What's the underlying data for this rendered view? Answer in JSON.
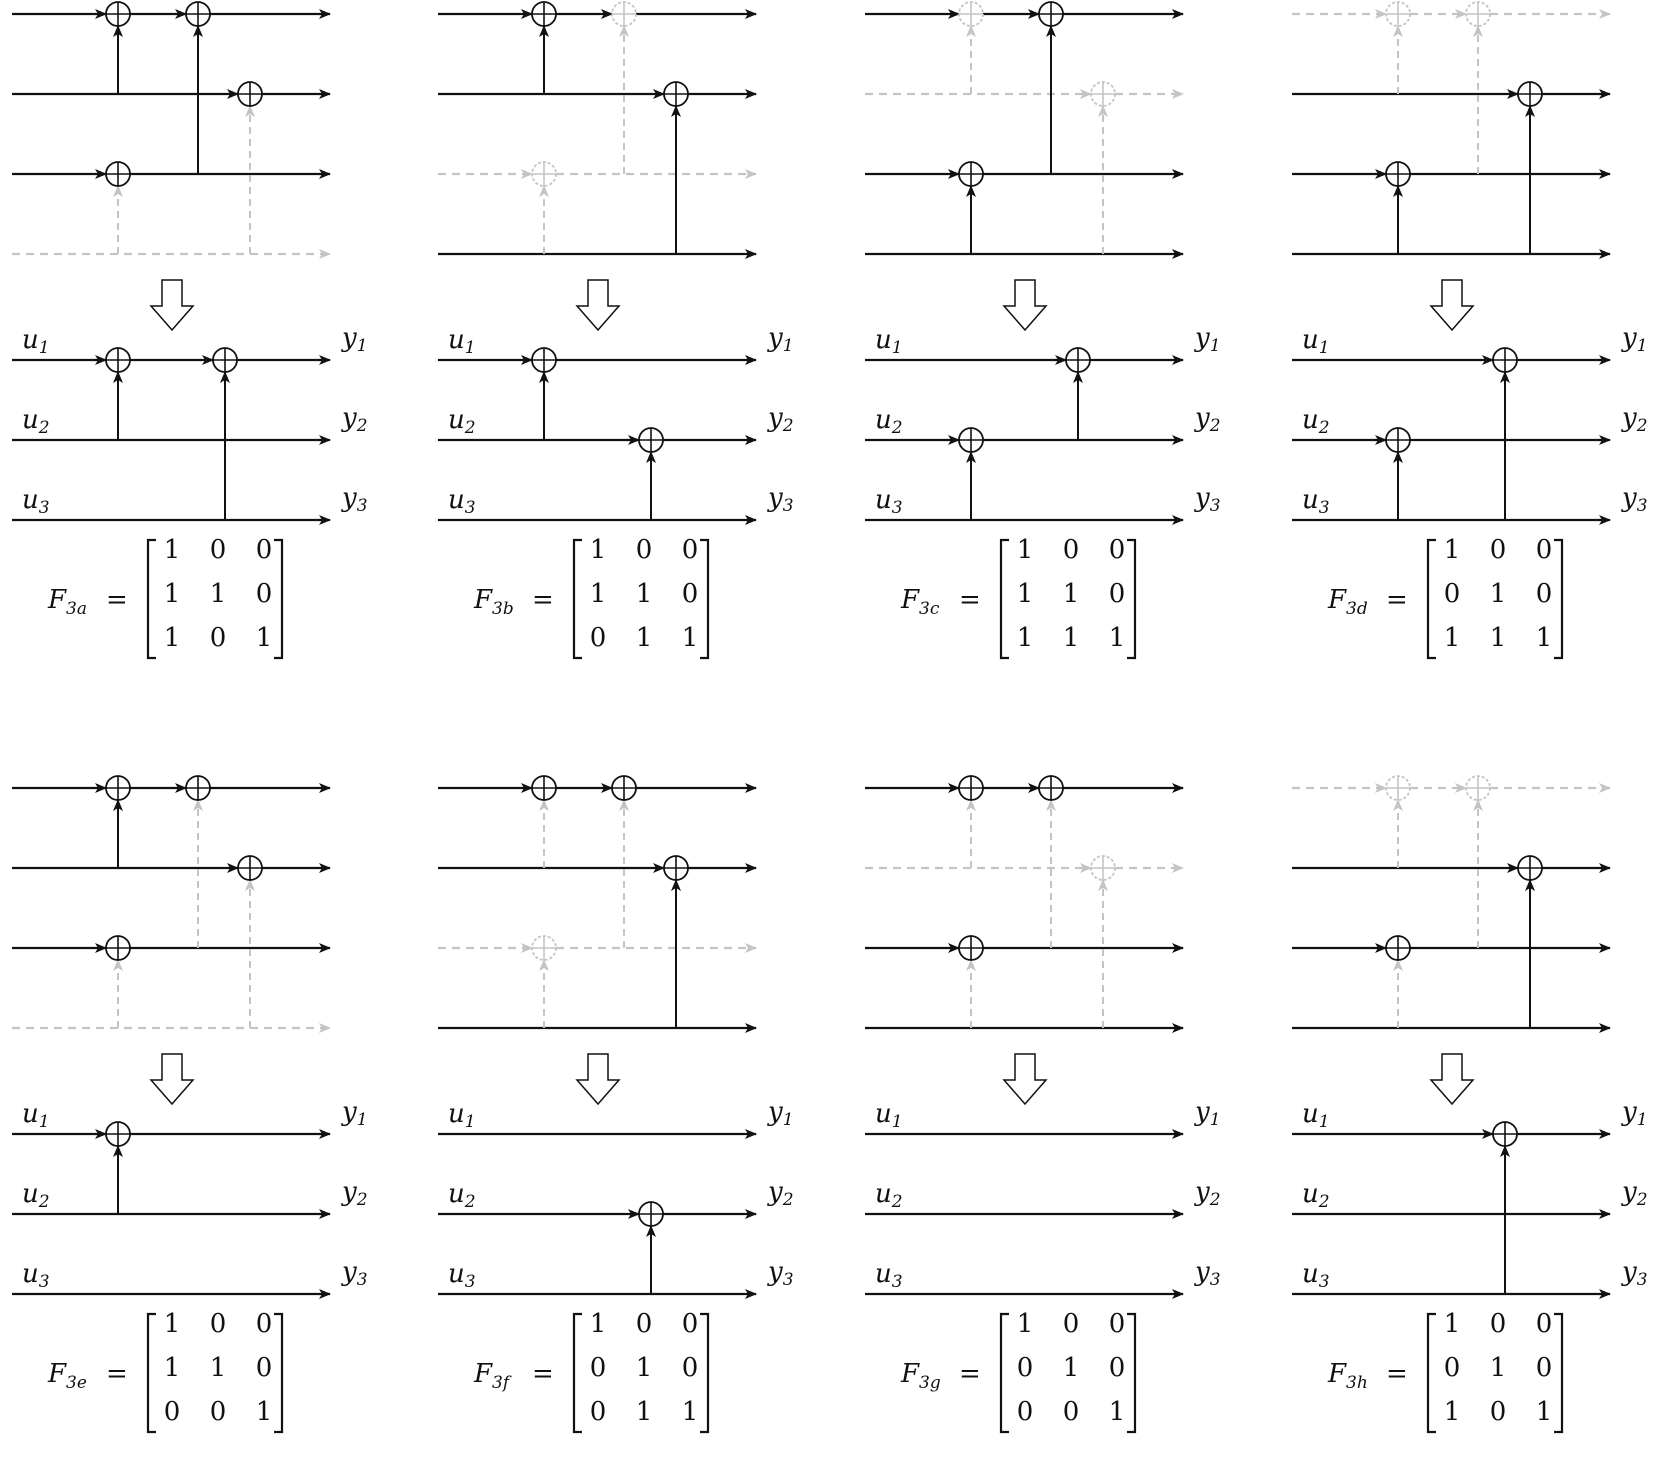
{
  "colors": {
    "active": "#111111",
    "inactive": "#c4c4c4"
  },
  "inputs": [
    "u",
    "u",
    "u"
  ],
  "outputs": [
    "y",
    "y",
    "y"
  ],
  "index": [
    "1",
    "2",
    "3"
  ],
  "eq_symbol": "=",
  "matrix_letter": "F",
  "panels": [
    {
      "id": "3a",
      "sub": "3a",
      "top": {
        "inactive_wires": [
          3
        ],
        "xors": [
          [
            0,
            0,
            true
          ],
          [
            0,
            2,
            true
          ],
          [
            1,
            1,
            true
          ],
          [
            2,
            0,
            true
          ]
        ],
        "controls": [
          [
            1,
            0,
            0,
            true
          ],
          [
            3,
            2,
            0,
            false
          ],
          [
            3,
            1,
            1,
            false
          ],
          [
            2,
            0,
            2,
            true
          ]
        ]
      },
      "bottom": {
        "xors": [
          [
            0,
            0
          ],
          [
            0,
            1
          ]
        ],
        "controls": [
          [
            1,
            0,
            0
          ],
          [
            2,
            0,
            1
          ]
        ]
      },
      "matrix": [
        [
          "1",
          "0",
          "0"
        ],
        [
          "1",
          "1",
          "0"
        ],
        [
          "1",
          "0",
          "1"
        ]
      ]
    },
    {
      "id": "3b",
      "sub": "3b",
      "top": {
        "inactive_wires": [
          2
        ],
        "xors": [
          [
            0,
            0,
            true
          ],
          [
            0,
            2,
            false
          ],
          [
            1,
            1,
            true
          ],
          [
            2,
            0,
            false
          ]
        ],
        "controls": [
          [
            1,
            0,
            0,
            true
          ],
          [
            3,
            2,
            0,
            false
          ],
          [
            3,
            1,
            1,
            true
          ],
          [
            2,
            0,
            2,
            false
          ]
        ]
      },
      "bottom": {
        "xors": [
          [
            0,
            0
          ],
          [
            1,
            1
          ]
        ],
        "controls": [
          [
            1,
            0,
            0
          ],
          [
            2,
            1,
            1
          ]
        ]
      },
      "matrix": [
        [
          "1",
          "0",
          "0"
        ],
        [
          "1",
          "1",
          "0"
        ],
        [
          "0",
          "1",
          "1"
        ]
      ]
    },
    {
      "id": "3c",
      "sub": "3c",
      "top": {
        "inactive_wires": [
          1
        ],
        "xors": [
          [
            0,
            0,
            false
          ],
          [
            0,
            2,
            true
          ],
          [
            1,
            1,
            false
          ],
          [
            2,
            0,
            true
          ]
        ],
        "controls": [
          [
            1,
            0,
            0,
            false
          ],
          [
            3,
            2,
            0,
            true
          ],
          [
            3,
            1,
            1,
            false
          ],
          [
            2,
            0,
            2,
            true
          ]
        ]
      },
      "bottom": {
        "xors": [
          [
            0,
            1
          ],
          [
            1,
            0
          ]
        ],
        "controls": [
          [
            1,
            0,
            1
          ],
          [
            2,
            1,
            0
          ]
        ]
      },
      "matrix": [
        [
          "1",
          "0",
          "0"
        ],
        [
          "1",
          "1",
          "0"
        ],
        [
          "1",
          "1",
          "1"
        ]
      ]
    },
    {
      "id": "3d",
      "sub": "3d",
      "top": {
        "inactive_wires": [
          0
        ],
        "xors": [
          [
            0,
            0,
            false
          ],
          [
            0,
            2,
            false
          ],
          [
            1,
            1,
            true
          ],
          [
            2,
            0,
            true
          ]
        ],
        "controls": [
          [
            1,
            0,
            0,
            false
          ],
          [
            3,
            2,
            0,
            true
          ],
          [
            3,
            1,
            1,
            true
          ],
          [
            2,
            0,
            2,
            false
          ]
        ]
      },
      "bottom": {
        "xors": [
          [
            0,
            1
          ],
          [
            1,
            0
          ]
        ],
        "controls": [
          [
            2,
            0,
            1
          ],
          [
            2,
            1,
            0
          ]
        ]
      },
      "matrix": [
        [
          "1",
          "0",
          "0"
        ],
        [
          "0",
          "1",
          "0"
        ],
        [
          "1",
          "1",
          "1"
        ]
      ]
    },
    {
      "id": "3e",
      "sub": "3e",
      "top": {
        "inactive_wires": [
          3
        ],
        "xors": [
          [
            0,
            0,
            true
          ],
          [
            0,
            2,
            true
          ],
          [
            1,
            1,
            true
          ],
          [
            2,
            0,
            true
          ]
        ],
        "controls": [
          [
            1,
            0,
            0,
            true
          ],
          [
            3,
            2,
            0,
            false
          ],
          [
            3,
            1,
            1,
            false
          ],
          [
            2,
            0,
            2,
            false
          ]
        ]
      },
      "bottom": {
        "xors": [
          [
            0,
            0
          ]
        ],
        "controls": [
          [
            1,
            0,
            0
          ]
        ]
      },
      "matrix": [
        [
          "1",
          "0",
          "0"
        ],
        [
          "1",
          "1",
          "0"
        ],
        [
          "0",
          "0",
          "1"
        ]
      ]
    },
    {
      "id": "3f",
      "sub": "3f",
      "top": {
        "inactive_wires": [
          2
        ],
        "xors": [
          [
            0,
            0,
            true
          ],
          [
            0,
            2,
            true
          ],
          [
            1,
            1,
            true
          ],
          [
            2,
            0,
            false
          ]
        ],
        "controls": [
          [
            1,
            0,
            0,
            false
          ],
          [
            3,
            2,
            0,
            false
          ],
          [
            3,
            1,
            1,
            true
          ],
          [
            2,
            0,
            2,
            false
          ]
        ]
      },
      "bottom": {
        "xors": [
          [
            1,
            1
          ]
        ],
        "controls": [
          [
            2,
            1,
            1
          ]
        ]
      },
      "matrix": [
        [
          "1",
          "0",
          "0"
        ],
        [
          "0",
          "1",
          "0"
        ],
        [
          "0",
          "1",
          "1"
        ]
      ]
    },
    {
      "id": "3g",
      "sub": "3g",
      "top": {
        "inactive_wires": [
          1
        ],
        "xors": [
          [
            0,
            0,
            true
          ],
          [
            0,
            2,
            true
          ],
          [
            1,
            1,
            false
          ],
          [
            2,
            0,
            true
          ]
        ],
        "controls": [
          [
            1,
            0,
            0,
            false
          ],
          [
            3,
            2,
            0,
            false
          ],
          [
            3,
            1,
            1,
            false
          ],
          [
            2,
            0,
            2,
            false
          ]
        ]
      },
      "bottom": {
        "xors": [],
        "controls": []
      },
      "matrix": [
        [
          "1",
          "0",
          "0"
        ],
        [
          "0",
          "1",
          "0"
        ],
        [
          "0",
          "0",
          "1"
        ]
      ]
    },
    {
      "id": "3h",
      "sub": "3h",
      "top": {
        "inactive_wires": [
          0
        ],
        "xors": [
          [
            0,
            0,
            false
          ],
          [
            0,
            2,
            false
          ],
          [
            1,
            1,
            true
          ],
          [
            2,
            0,
            true
          ]
        ],
        "controls": [
          [
            1,
            0,
            0,
            false
          ],
          [
            3,
            2,
            0,
            false
          ],
          [
            3,
            1,
            1,
            true
          ],
          [
            2,
            0,
            2,
            false
          ]
        ]
      },
      "bottom": {
        "xors": [
          [
            0,
            1
          ]
        ],
        "controls": [
          [
            2,
            0,
            1
          ]
        ]
      },
      "matrix": [
        [
          "1",
          "0",
          "0"
        ],
        [
          "0",
          "1",
          "0"
        ],
        [
          "1",
          "0",
          "1"
        ]
      ]
    }
  ]
}
